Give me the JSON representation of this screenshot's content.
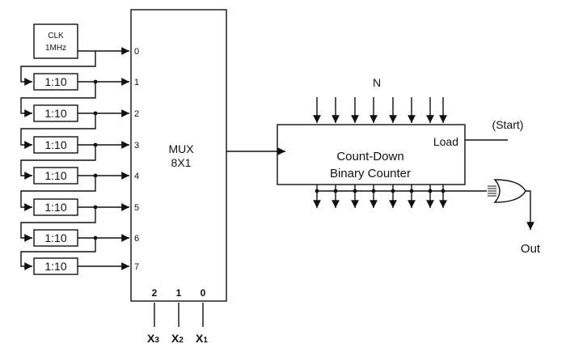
{
  "clock": {
    "line1": "CLK",
    "line2": "1MHz"
  },
  "dividers": [
    "1:10",
    "1:10",
    "1:10",
    "1:10",
    "1:10",
    "1:10",
    "1:10"
  ],
  "mux": {
    "line1": "MUX",
    "line2": "8X1",
    "inputs": [
      "0",
      "1",
      "2",
      "3",
      "4",
      "5",
      "6",
      "7"
    ],
    "selects": [
      "2",
      "1",
      "0"
    ]
  },
  "select_lines": [
    {
      "letter": "X",
      "sub": "3"
    },
    {
      "letter": "X",
      "sub": "2"
    },
    {
      "letter": "X",
      "sub": "1"
    }
  ],
  "counter": {
    "line1": "Count-Down",
    "line2": "Binary Counter",
    "load": "Load"
  },
  "labels": {
    "n": "N",
    "start": "(Start)",
    "out": "Out"
  },
  "colors": {
    "stroke": "#111111",
    "background": "#ffffff"
  }
}
